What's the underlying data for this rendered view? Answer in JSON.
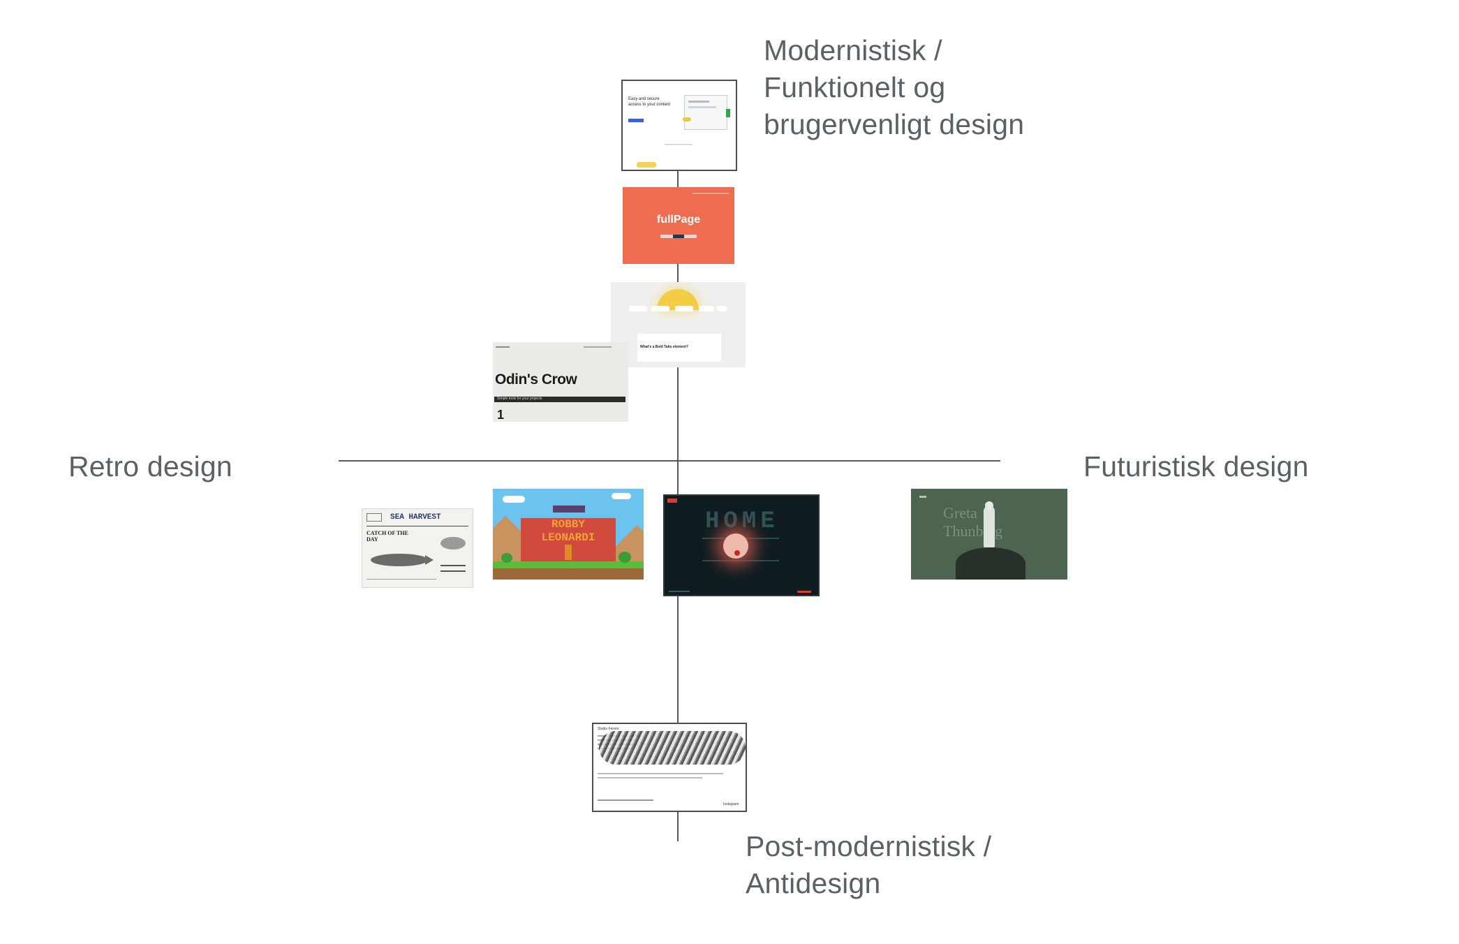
{
  "axes": {
    "top": "Modernistisk /\nFunktionelt og\nbrugervenligt design",
    "bottom": "Post-modernistisk /\nAntidesign",
    "left": "Retro design",
    "right": "Futuristisk design"
  },
  "thumbnails": {
    "easy_access": {
      "headline": "Easy and secure\naccess to your content"
    },
    "fullpage": {
      "title": "fullPage"
    },
    "bold_tabs": {
      "caption": "What's a Bold Tabs element?"
    },
    "odins_crow": {
      "title": "Odin's Crow",
      "bar_text": "Simple tools for your projects",
      "number": "1"
    },
    "sea_harvest": {
      "brand": "SEA HARVEST",
      "headline": "CATCH OF THE\nDAY"
    },
    "robby_leonardi": {
      "title": "ROBBY\nLEONARDI"
    },
    "dark_site": {
      "glyph_text": "HOME"
    },
    "greta": {
      "name": "Greta\nThunberg"
    },
    "antidesign": {
      "heading": "Studio Feixen",
      "footer_right": "Instagram"
    }
  },
  "colors": {
    "axis": "#555b5f",
    "label": "#5a6166",
    "fullpage_red": "#ee6c50",
    "greta_green": "#4c6450",
    "sky": "#6cc4ee"
  }
}
